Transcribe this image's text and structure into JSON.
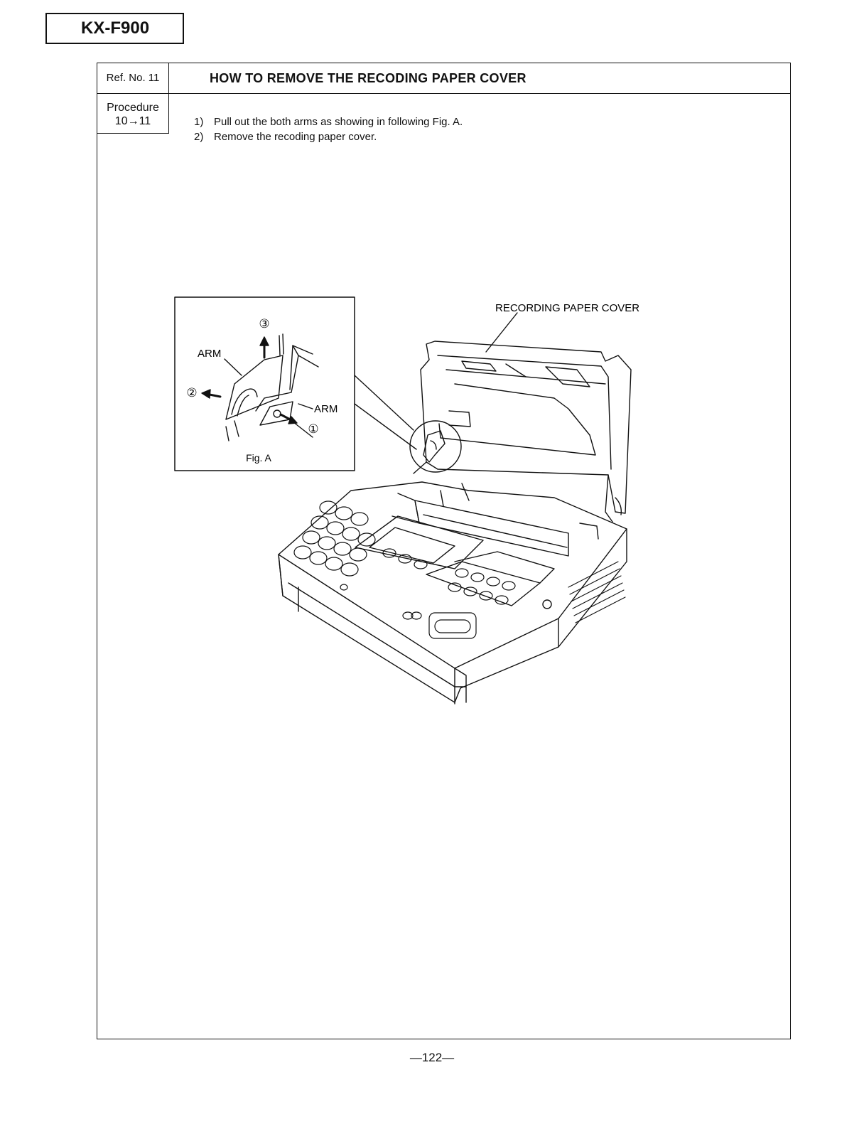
{
  "model": "KX-F900",
  "header": {
    "ref_no": "Ref. No. 11",
    "title": "HOW TO REMOVE THE RECODING PAPER COVER"
  },
  "procedure": {
    "label": "Procedure",
    "range": "10→11"
  },
  "steps": [
    {
      "num": "1)",
      "text": "Pull out the both arms as showing in following Fig. A."
    },
    {
      "num": "2)",
      "text": "Remove the recoding paper cover."
    }
  ],
  "figure": {
    "inset_caption": "Fig. A",
    "label_arm_top": "ARM",
    "label_arm_right": "ARM",
    "step_marker_1": "①",
    "step_marker_2": "②",
    "step_marker_3": "③",
    "callout_cover": "RECORDING PAPER COVER"
  },
  "page_number": "—122—"
}
